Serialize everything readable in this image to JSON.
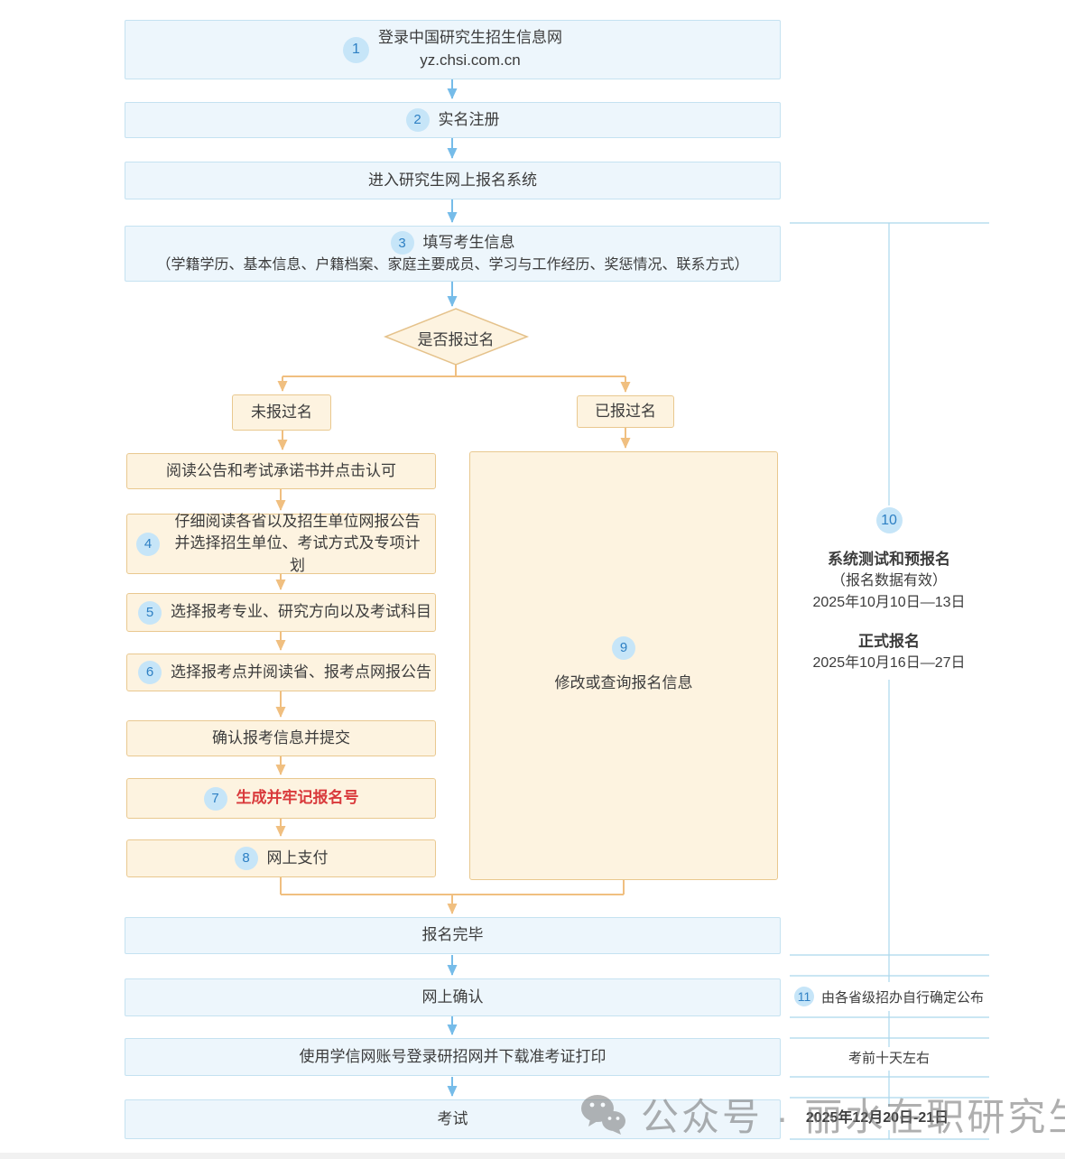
{
  "colors": {
    "blue_box_fill": "#edf6fc",
    "blue_box_border": "#c5e2f1",
    "orange_box_fill": "#fdf3e0",
    "orange_box_border": "#e9c88f",
    "badge_bg": "#c6e5f8",
    "badge_text": "#2e80c4",
    "arrow_blue": "#76bce9",
    "arrow_orange": "#f0bf80",
    "bracket_blue": "#abd7ec",
    "highlight_red": "#d9393b",
    "watermark_gray": "#6f6f6f"
  },
  "flow": {
    "top_boxes": [
      {
        "num": "1",
        "line1": "登录中国研究生招生信息网",
        "line2": "yz.chsi.com.cn"
      },
      {
        "num": "2",
        "label": "实名注册"
      },
      {
        "label": "进入研究生网上报名系统"
      },
      {
        "num": "3",
        "line1": "填写考生信息",
        "line2": "（学籍学历、基本信息、户籍档案、家庭主要成员、学习与工作经历、奖惩情况、联系方式）"
      }
    ],
    "decision": {
      "label": "是否报过名"
    },
    "branches": {
      "left": "未报过名",
      "right": "已报过名"
    },
    "left_steps": [
      {
        "label": "阅读公告和考试承诺书并点击认可"
      },
      {
        "num": "4",
        "line1": "仔细阅读各省以及招生单位网报公告",
        "line2": "并选择招生单位、考试方式及专项计划"
      },
      {
        "num": "5",
        "label": "选择报考专业、研究方向以及考试科目"
      },
      {
        "num": "6",
        "label": "选择报考点并阅读省、报考点网报公告"
      },
      {
        "label": "确认报考信息并提交"
      },
      {
        "num": "7",
        "label": "生成并牢记报名号"
      },
      {
        "num": "8",
        "label": "网上支付"
      }
    ],
    "right_step": {
      "num": "9",
      "label": "修改或查询报名信息"
    },
    "bottom_boxes": [
      {
        "label": "报名完毕"
      },
      {
        "label": "网上确认"
      },
      {
        "label": "使用学信网账号登录研招网并下载准考证打印"
      },
      {
        "label": "考试"
      }
    ]
  },
  "sidebar": {
    "item10": {
      "num": "10",
      "title1": "系统测试和预报名",
      "sub1": "（报名数据有效）",
      "date1": "2025年10月10日—13日",
      "title2": "正式报名",
      "date2": "2025年10月16日—27日"
    },
    "item11": {
      "num": "11",
      "label": "由各省级招办自行确定公布"
    },
    "admission_note": "考前十天左右",
    "exam_date": "2025年12月20日-21日"
  },
  "watermark": {
    "icon": "wechat-icon",
    "text": "公众号 · 丽水在职研究生资讯"
  }
}
